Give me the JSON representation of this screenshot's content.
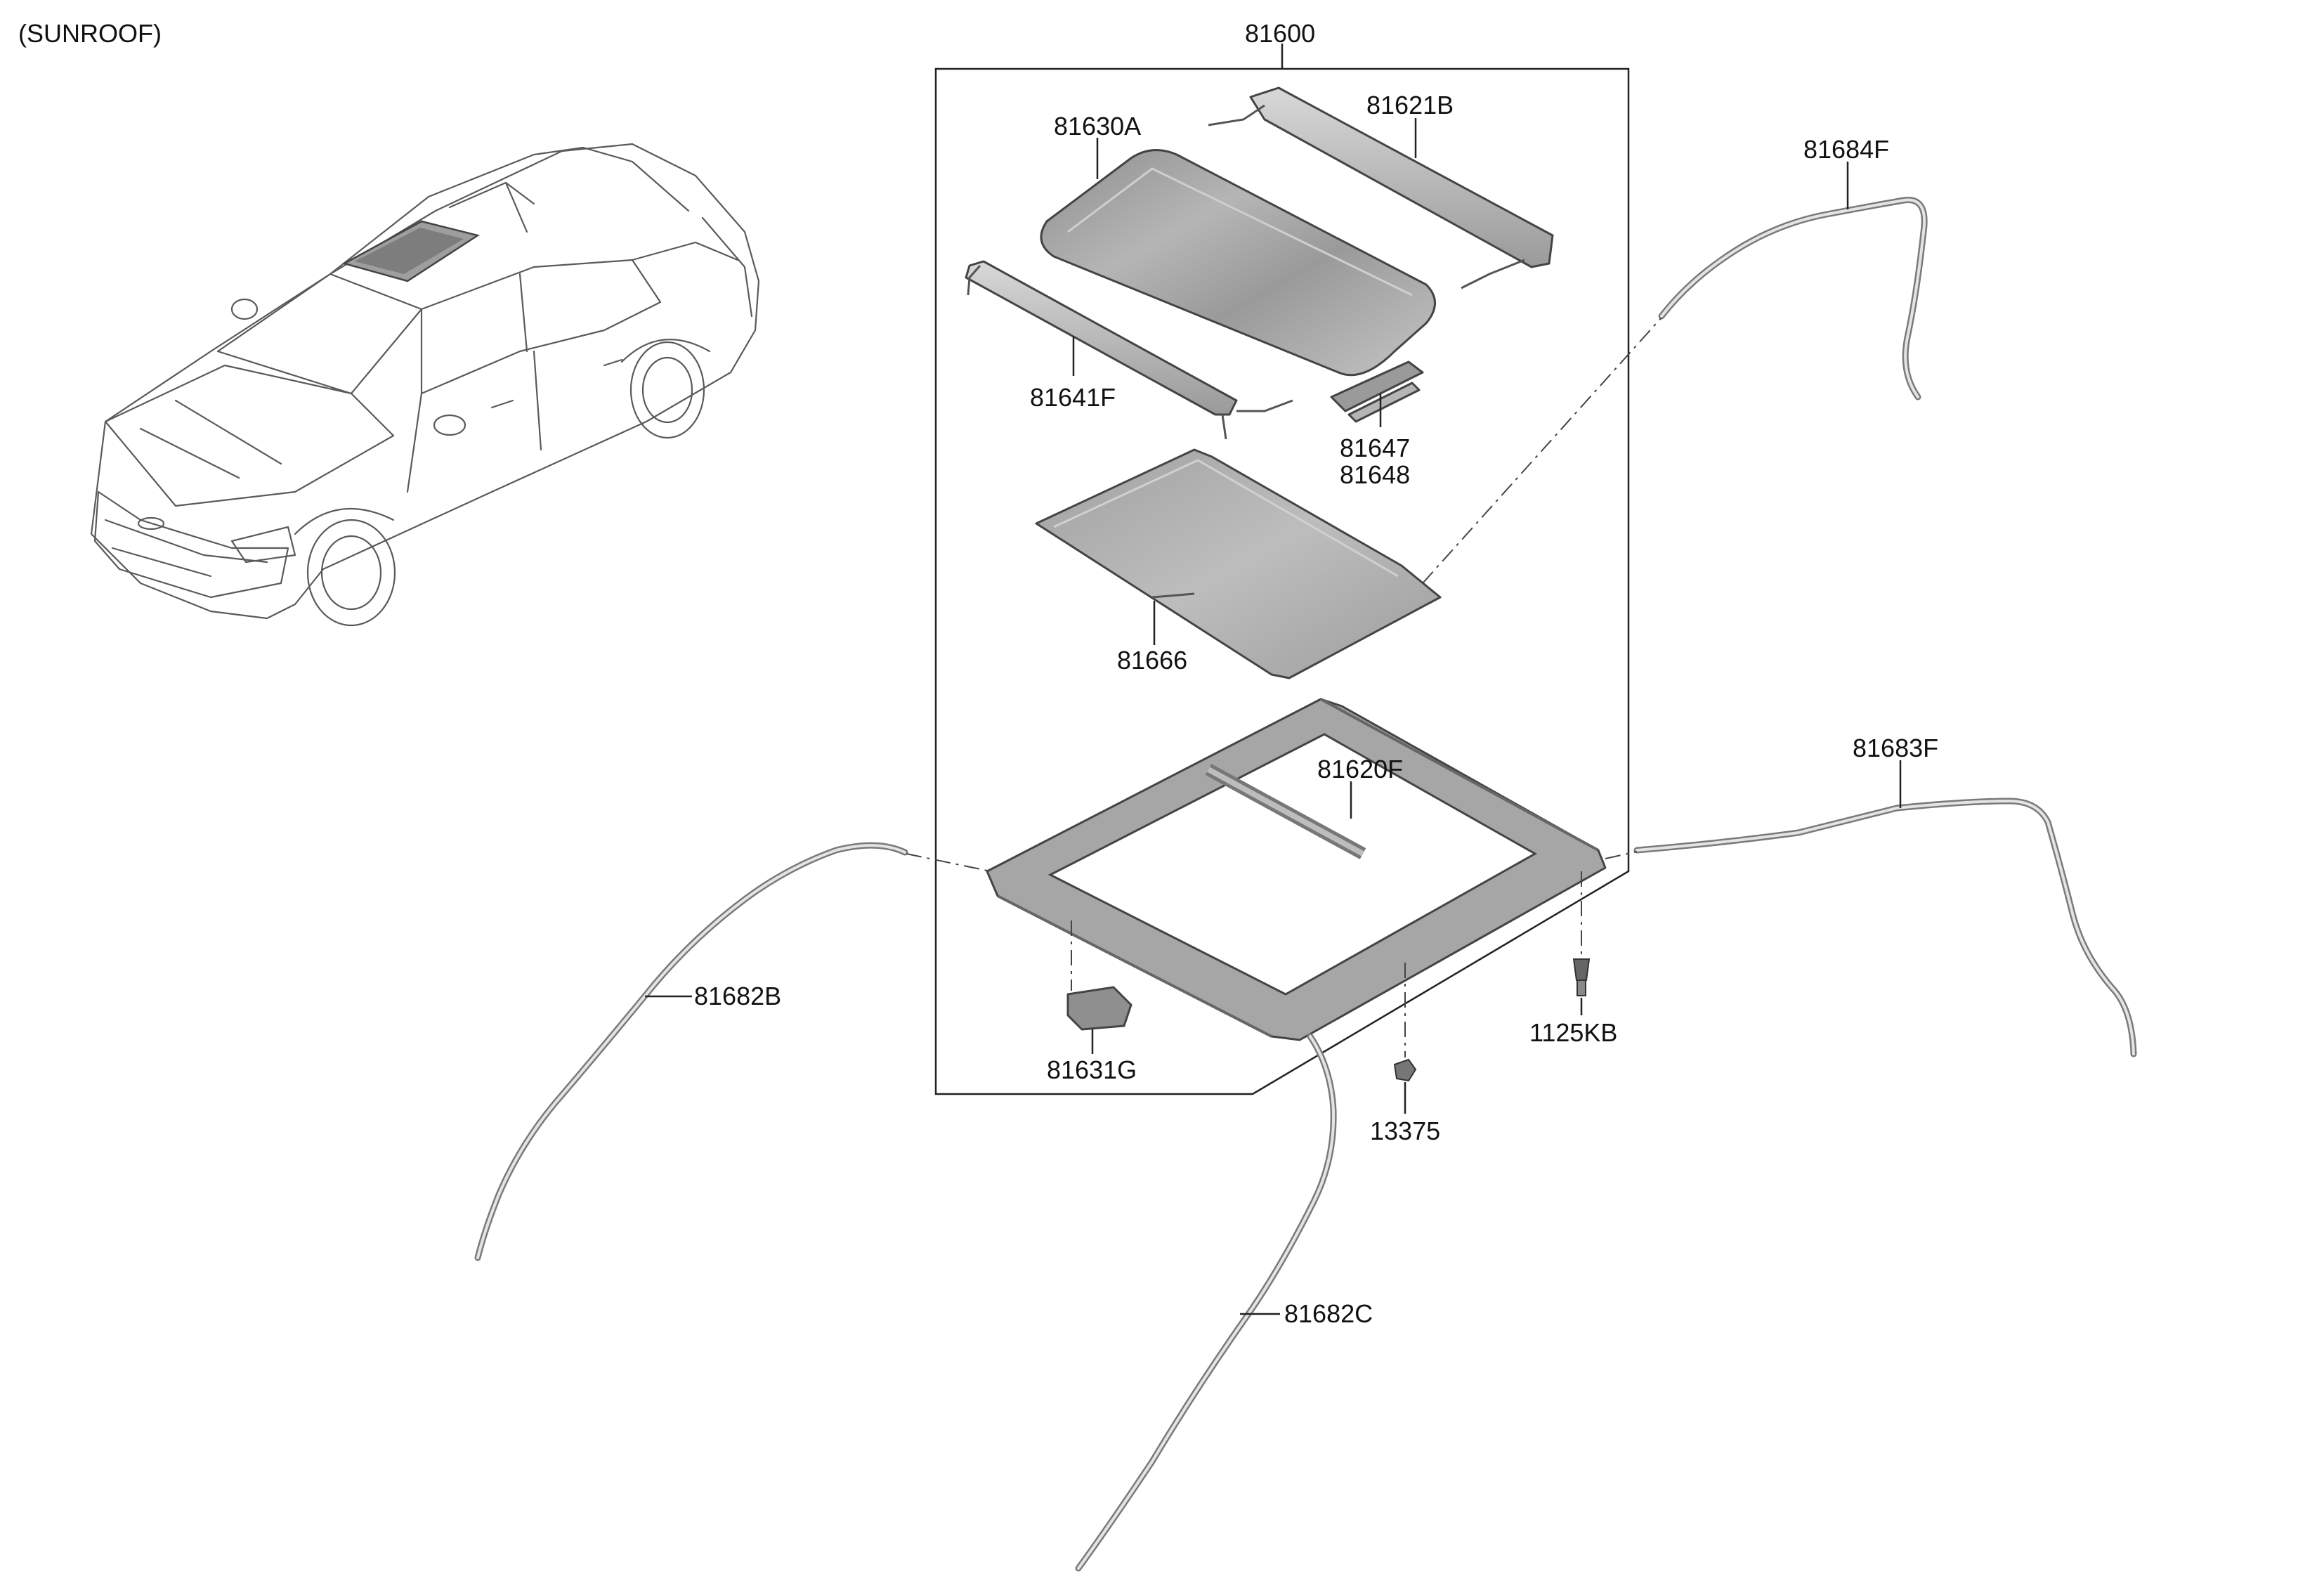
{
  "section_title": "(SUNROOF)",
  "assembly_label": "81600",
  "part_labels": {
    "glass": "81630A",
    "front_rail": "81621B",
    "rear_rail": "81641F",
    "bracket_a": "81647",
    "bracket_b": "81648",
    "sunshade": "81666",
    "frame": "81620F",
    "motor": "81631G",
    "drain_front_left": "81682B",
    "drain_front_right": "81684F",
    "drain_rear_right": "81683F",
    "drain_rear_left": "81682C",
    "bolt": "1125KB",
    "nut": "13375"
  },
  "colors": {
    "line": "#222222",
    "part_fill": "#a9a9a9",
    "hose": "#7a7a7a"
  }
}
